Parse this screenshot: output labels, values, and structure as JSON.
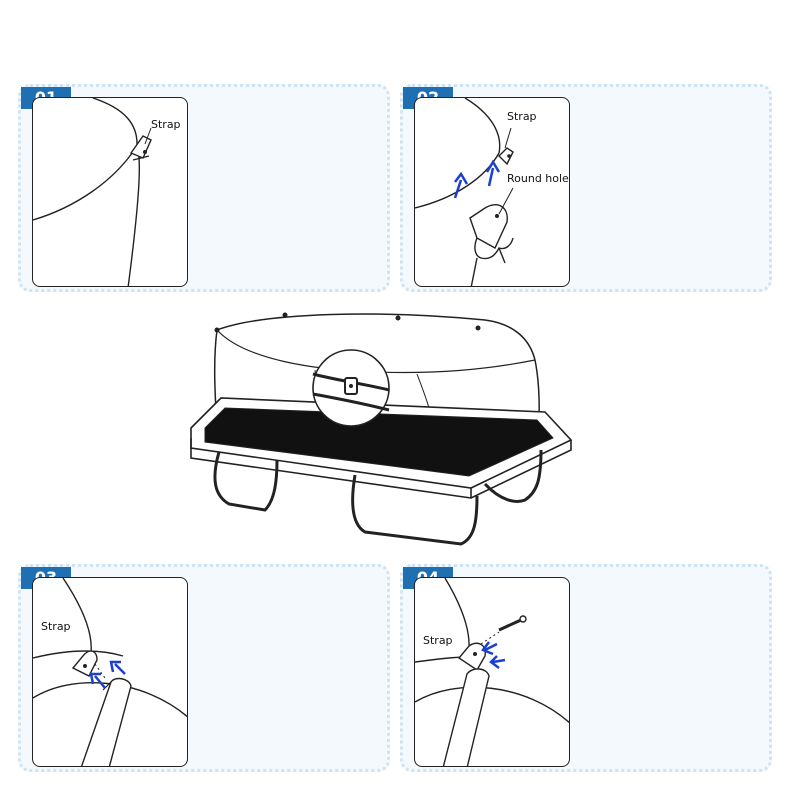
{
  "steps": [
    {
      "number": "01",
      "labels": {
        "strap": "Strap"
      }
    },
    {
      "number": "02",
      "labels": {
        "strap": "Strap",
        "round_hole": "Round hole"
      }
    },
    {
      "number": "03",
      "labels": {
        "strap": "Strap"
      }
    },
    {
      "number": "04",
      "labels": {
        "strap": "Strap"
      }
    }
  ],
  "colors": {
    "badge": "#1f6fb3",
    "arrow": "#1b3fd1",
    "panel_bg": "#f4f9fd",
    "line": "#222222"
  }
}
